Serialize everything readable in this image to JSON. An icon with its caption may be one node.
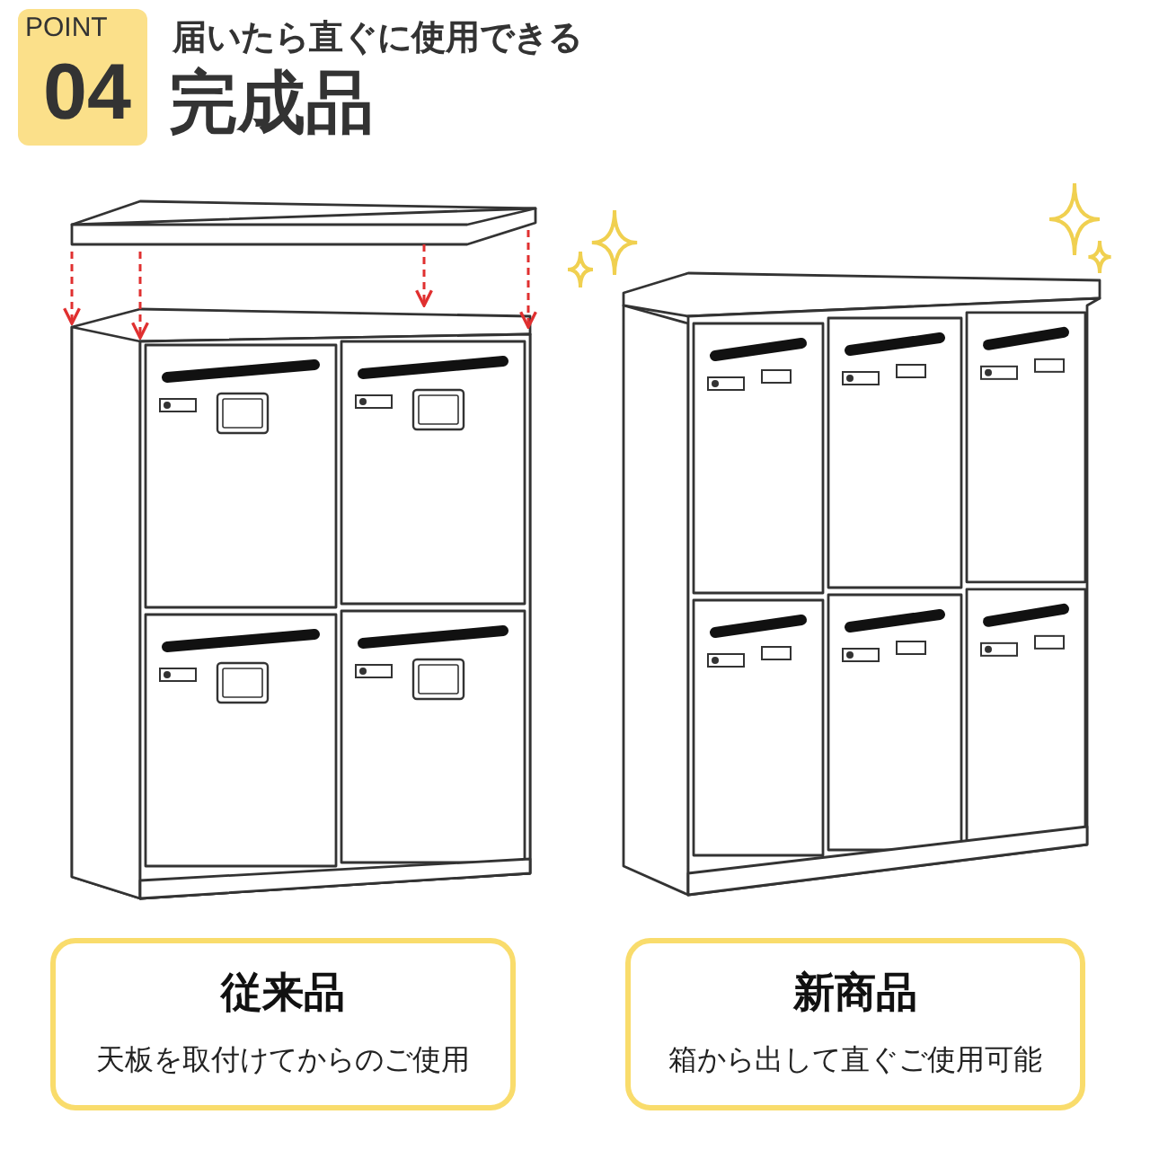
{
  "diagram": {
    "title": "完成品",
    "nodes": [
      {
        "text": [
          "POINT",
          "04"
        ]
      },
      {
        "text": [
          "従来品",
          "天板を取付けてからのご使用"
        ]
      },
      {
        "text": [
          "新商品",
          "箱から出して直ぐご使用可能"
        ]
      }
    ],
    "labels": [
      "届いたら直ぐに使用できる"
    ]
  }
}
